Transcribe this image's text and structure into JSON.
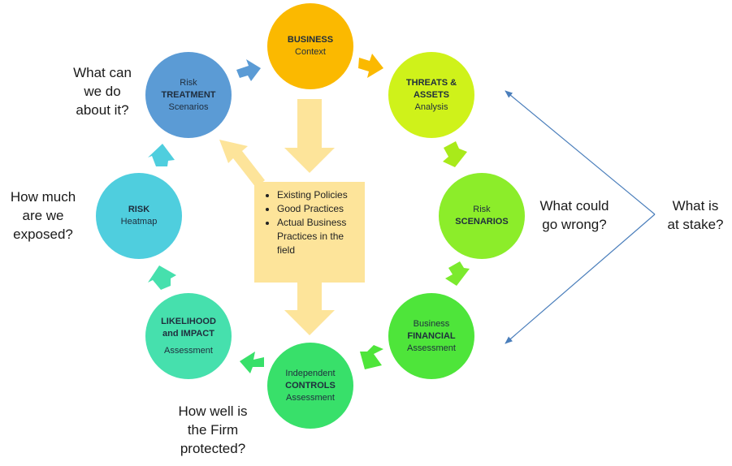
{
  "circles": {
    "business": {
      "l1": "BUSINESS",
      "l2": "Context",
      "color": "#fbb900"
    },
    "threats": {
      "l1": "THREATS &",
      "l2": "ASSETS",
      "l3": "Analysis",
      "color": "#cff21a"
    },
    "scenarios": {
      "l1": "Risk",
      "l2": "SCENARIOS",
      "color": "#8ced2a"
    },
    "financial": {
      "l1": "Business",
      "l2": "FINANCIAL",
      "l3": "Assessment",
      "color": "#4ee53a"
    },
    "controls": {
      "l1": "Independent",
      "l2": "CONTROLS",
      "l3": "Assessment",
      "color": "#38e06a"
    },
    "likelihood": {
      "l1": "LIKELIHOOD",
      "l2": "and IMPACT",
      "l3": "Assessment",
      "color": "#46e0ad"
    },
    "heatmap": {
      "l1": "RISK",
      "l2": "Heatmap",
      "color": "#4fcede"
    },
    "treatment": {
      "l1": "Risk",
      "l2": "TREATMENT",
      "l3": "Scenarios",
      "color": "#5b9bd5"
    }
  },
  "policies": [
    "Existing Policies",
    "Good Practices",
    "Actual Business Practices in the field"
  ],
  "questions": {
    "what_can_1": "What can",
    "what_can_2": "we do",
    "what_can_3": "about it?",
    "how_much_1": "How much",
    "how_much_2": "are we",
    "how_much_3": "exposed?",
    "how_well_1": "How well is",
    "how_well_2": "the Firm",
    "how_well_3": "protected?",
    "wrong_1": "What could",
    "wrong_2": "go wrong?",
    "stake_1": "What is",
    "stake_2": "at stake?"
  }
}
